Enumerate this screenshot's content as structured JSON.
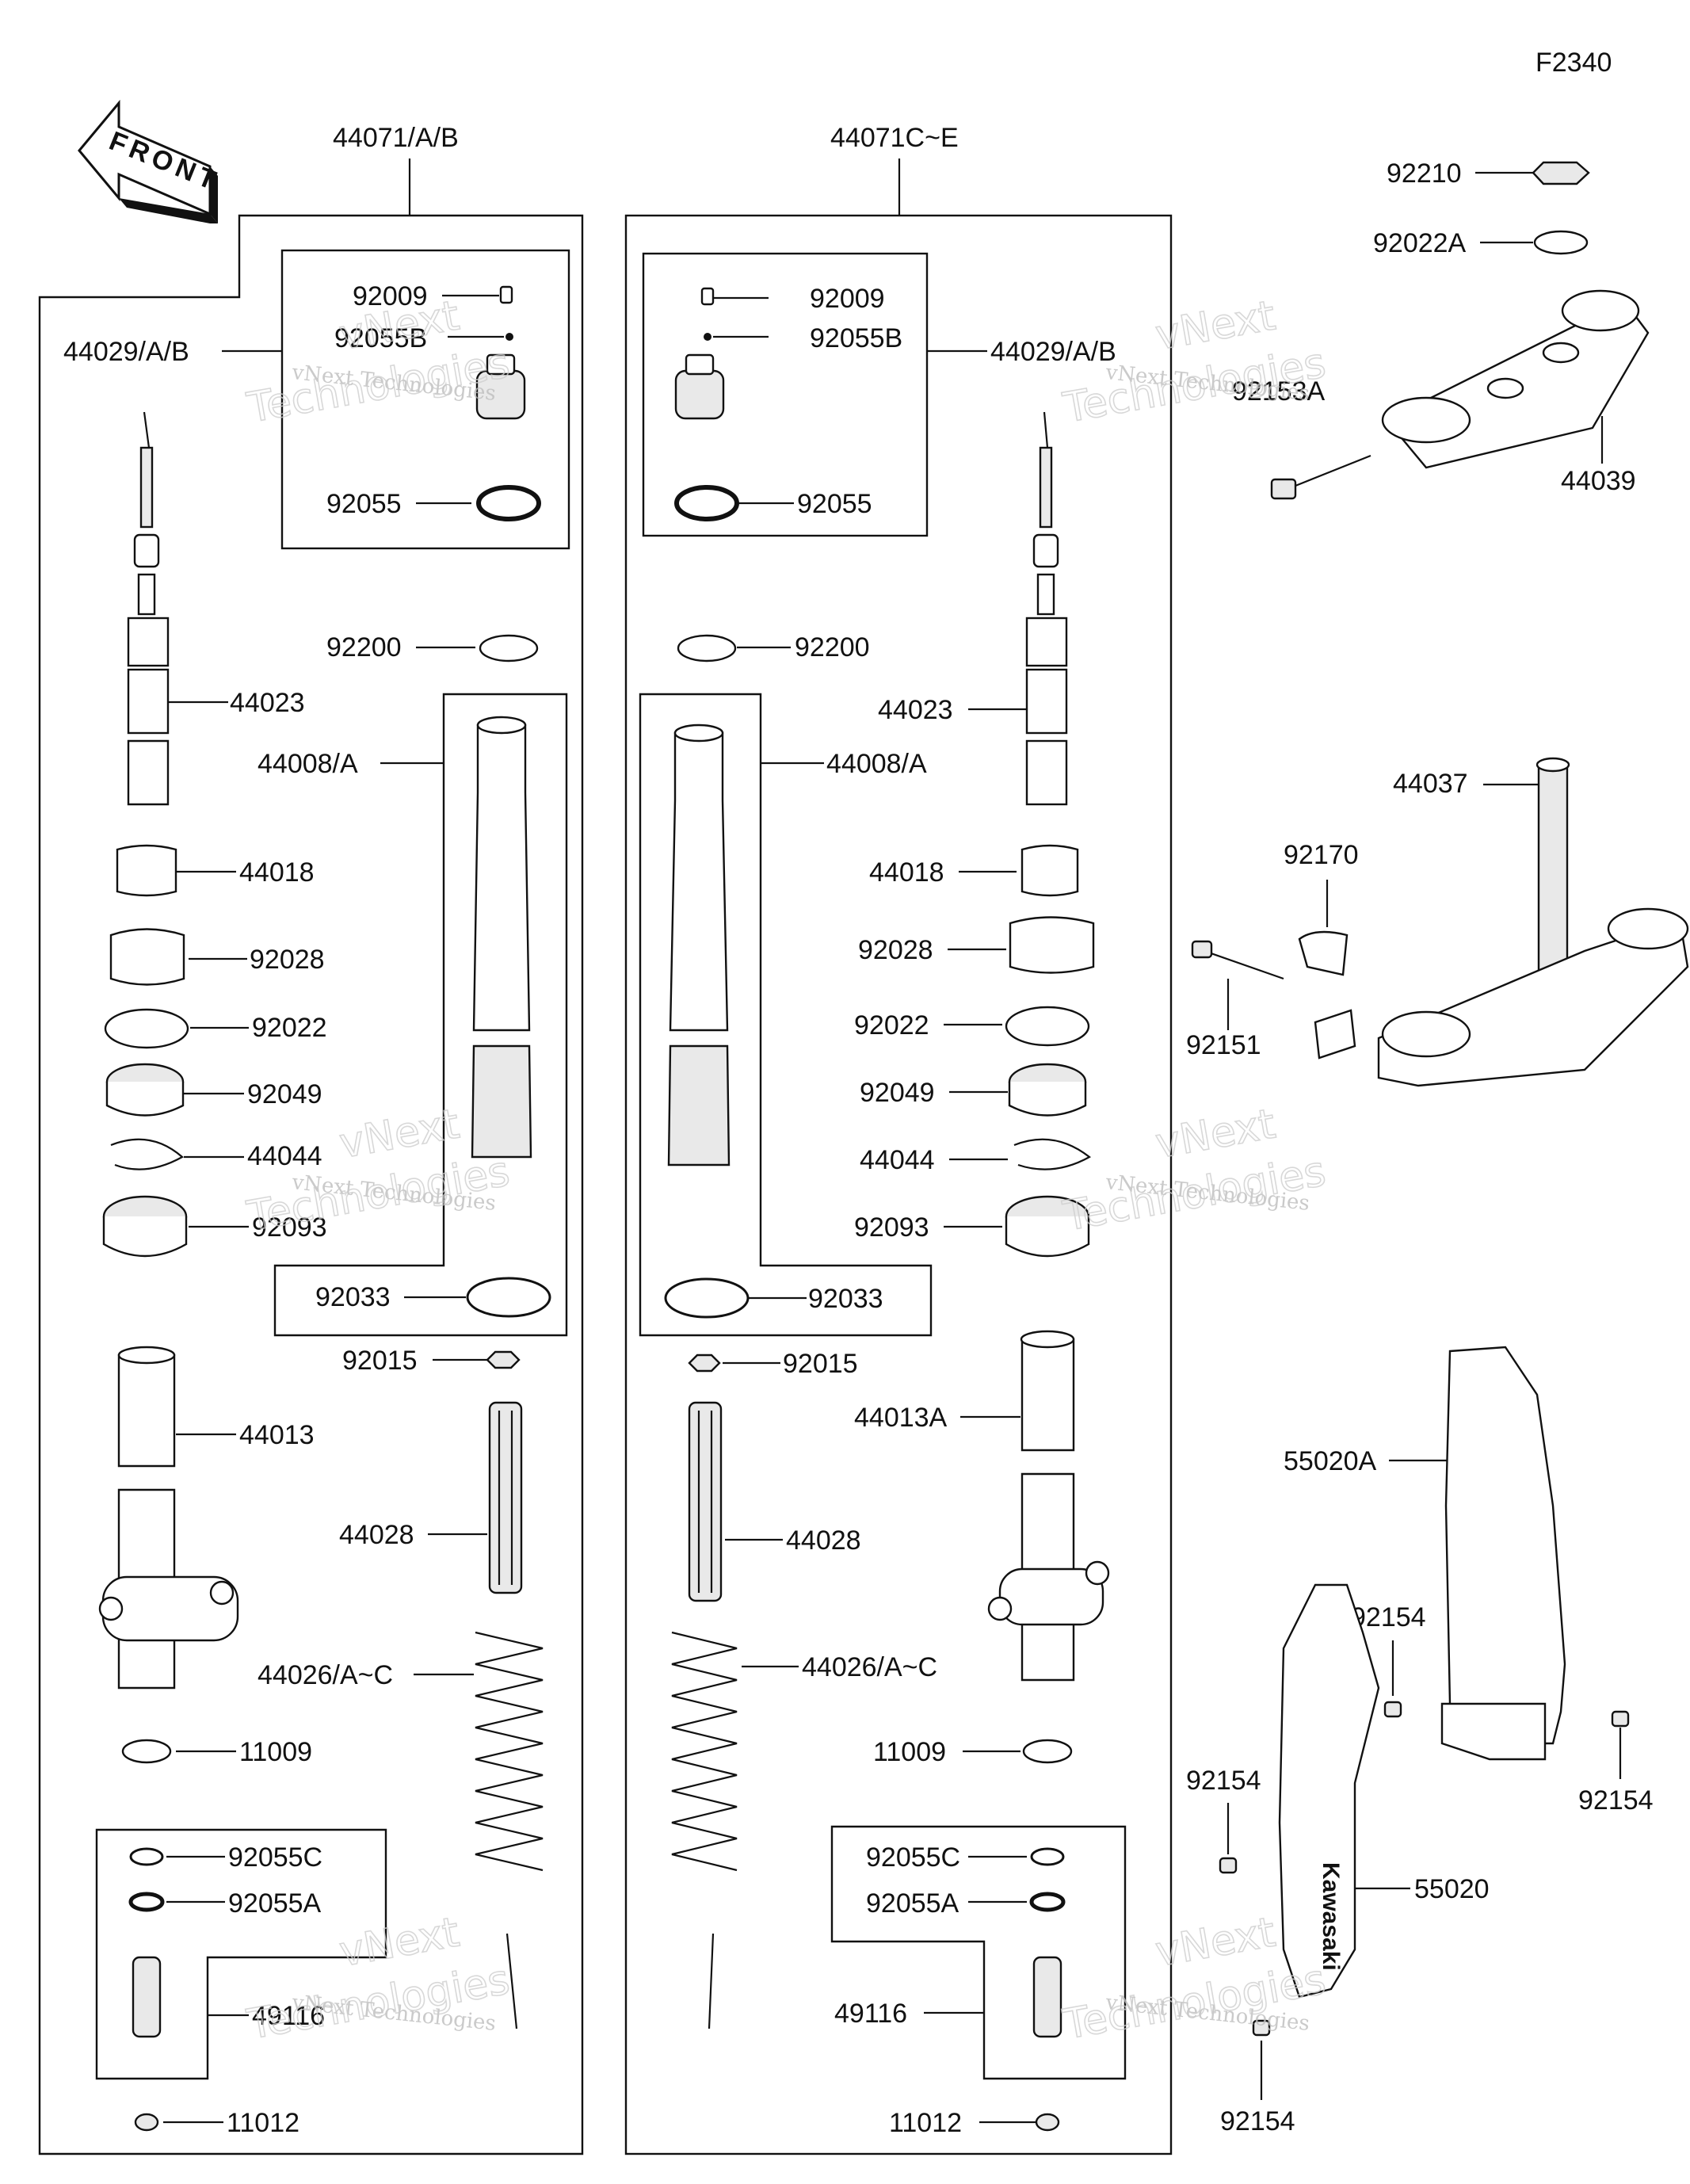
{
  "diagram_code": "F2340",
  "front_indicator": "FRONT",
  "watermark": {
    "line1": "vNext",
    "line2": "Technologies",
    "caption": "vNext Technologies"
  },
  "left_fork": {
    "assembly": "44071/A/B",
    "labels": {
      "p44029": "44029/A/B",
      "p92009": "92009",
      "p92055B": "92055B",
      "p92055": "92055",
      "p92200": "92200",
      "p44023": "44023",
      "p44008": "44008/A",
      "p44018": "44018",
      "p92028": "92028",
      "p92022": "92022",
      "p92049": "92049",
      "p44044": "44044",
      "p92093": "92093",
      "p92033": "92033",
      "p92015": "92015",
      "p44013": "44013",
      "p44028": "44028",
      "p44026": "44026/A~C",
      "p11009": "11009",
      "p92055C": "92055C",
      "p92055A": "92055A",
      "p49116": "49116",
      "p11012": "11012"
    }
  },
  "right_fork": {
    "assembly": "44071C~E",
    "labels": {
      "p92009": "92009",
      "p92055B": "92055B",
      "p44029": "44029/A/B",
      "p92055": "92055",
      "p92200": "92200",
      "p44023": "44023",
      "p44008": "44008/A",
      "p44018": "44018",
      "p92028": "92028",
      "p92022": "92022",
      "p92049": "92049",
      "p44044": "44044",
      "p92093": "92093",
      "p92033": "92033",
      "p92015": "92015",
      "p44013A": "44013A",
      "p44028": "44028",
      "p44026": "44026/A~C",
      "p11009": "11009",
      "p92055C": "92055C",
      "p92055A": "92055A",
      "p49116": "49116",
      "p11012": "11012"
    }
  },
  "clamps": {
    "p92210": "92210",
    "p92022A": "92022A",
    "p92153A": "92153A",
    "p44039": "44039",
    "p44037": "44037",
    "p92170": "92170",
    "p92151": "92151"
  },
  "guards": {
    "p55020A": "55020A",
    "p92154_a": "92154",
    "p92154_b": "92154",
    "p92154_c": "92154",
    "p92154_d": "92154",
    "p55020": "55020",
    "brand": "Kawasaki"
  }
}
